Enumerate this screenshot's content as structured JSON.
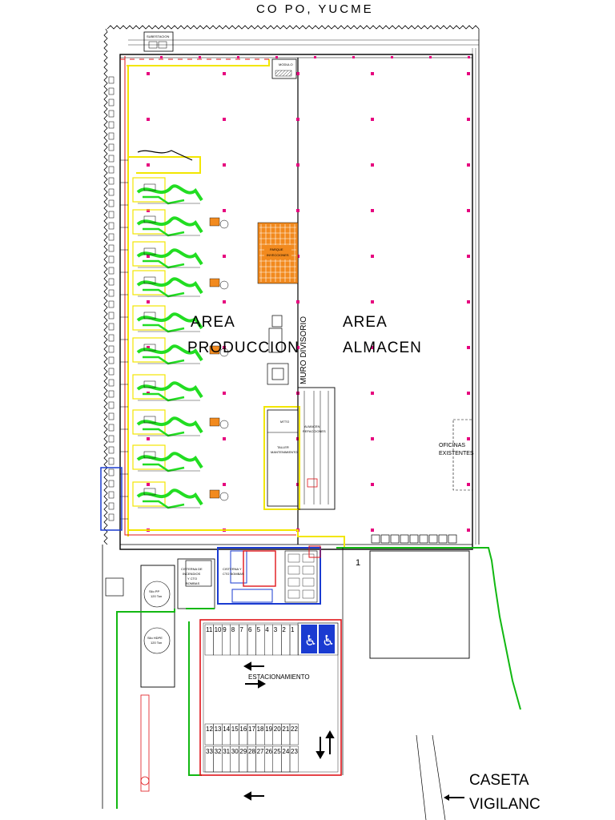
{
  "header_text": "CO PO, YUCME",
  "areas": {
    "produccion": [
      "AREA",
      "PRODUCCION"
    ],
    "almacen": [
      "AREA",
      "ALMACEN"
    ],
    "oficinas": [
      "OFICINAS",
      "EXISTENTES"
    ],
    "estacionamiento": "ESTACIONAMIENTO",
    "caseta": [
      "CASETA",
      "VIGILANC"
    ],
    "muro_divisorio": "MURO DIVISORIO",
    "taller": [
      "TALLER",
      "MANTENIMIENTO"
    ],
    "mtto": "MTTO",
    "almacen_refacciones": [
      "ALMACEN",
      "REFACCIONES"
    ],
    "parque_inyecciones": [
      "PARQUE",
      "INYECCIONES"
    ],
    "modulo": "MODULO",
    "subestacion": "SUBESTACION",
    "cisterna": [
      "CISTERNA Y",
      "CTO BOMBAS"
    ],
    "cisterna_incendio": [
      "CISTERNA DE",
      "INCENDIOS",
      "Y CTO",
      "BOMBAS"
    ],
    "silo_1": [
      "Silo PP",
      "120 Ton"
    ],
    "silo_2": [
      "Silo HDPE",
      "120 Ton"
    ],
    "marker_1": "1"
  },
  "parking": {
    "top_row": [
      "11",
      "10",
      "9",
      "8",
      "7",
      "6",
      "5",
      "4",
      "3",
      "2",
      "1"
    ],
    "mid_row": [
      "12",
      "13",
      "14",
      "15",
      "16",
      "17",
      "18",
      "19",
      "20",
      "21",
      "22"
    ],
    "bottom_row": [
      "33",
      "32",
      "31",
      "30",
      "29",
      "28",
      "27",
      "26",
      "25",
      "24",
      "23"
    ]
  },
  "colors": {
    "wall": "#000000",
    "machine": "#22dd22",
    "yellow_line": "#f2e600",
    "orange": "#f28a1e",
    "red": "#e0151a",
    "blue": "#1a3bd1",
    "green_line": "#12b812",
    "magenta": "#e6007e"
  }
}
